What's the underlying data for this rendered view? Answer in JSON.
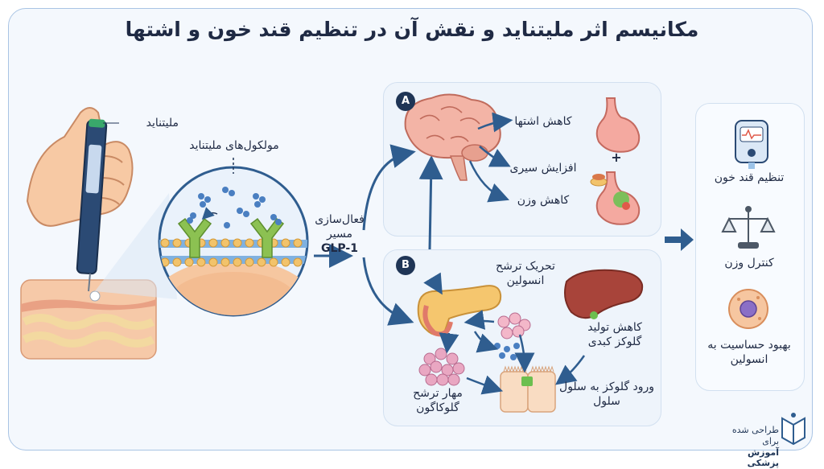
{
  "title": "مکانیسم اثر ملیتناید و نقش آن در تنظیم قند خون و اشتها",
  "injection": {
    "pen_label": "ملیتناید",
    "molecules_label": "مولکول‌های ملیتناید"
  },
  "pathway": {
    "line1": "فعال‌سازی",
    "line2": "مسیر",
    "line3": "GLP-1"
  },
  "panel_a": {
    "badge": "A",
    "effects": [
      "کاهش اشتها",
      "افزایش سیری",
      "کاهش وزن"
    ],
    "plus": "+"
  },
  "panel_b": {
    "badge": "B",
    "insulin_label": "تحریک ترشح انسولین",
    "liver_label": "کاهش تولید گلوکز کبدی",
    "glucagon_label": "مهار ترشح گلوکاگون",
    "cell_label": "ورود گلوکز به سلول سلول"
  },
  "results": [
    "تنظیم قند خون",
    "کنترل وزن",
    "بهبود حساسیت به انسولین"
  ],
  "footer": {
    "line1": "طراحی شده برای",
    "line2": "آموزش پزشکی"
  },
  "colors": {
    "navy": "#1f3556",
    "arrow": "#2f5d8f",
    "receptor": "#8cc152",
    "molecule": "#4a7fc1",
    "skin": "#f6c9a8"
  },
  "icons": [
    "hand-icon",
    "pen-icon",
    "skin-icon",
    "receptor-icon",
    "brain-icon",
    "stomach-icon",
    "food-icon",
    "pancreas-icon",
    "liver-icon",
    "alpha-cell-icon",
    "gut-cell-icon",
    "glucose-meter-icon",
    "scale-icon",
    "cell-icon",
    "book-logo-icon"
  ]
}
